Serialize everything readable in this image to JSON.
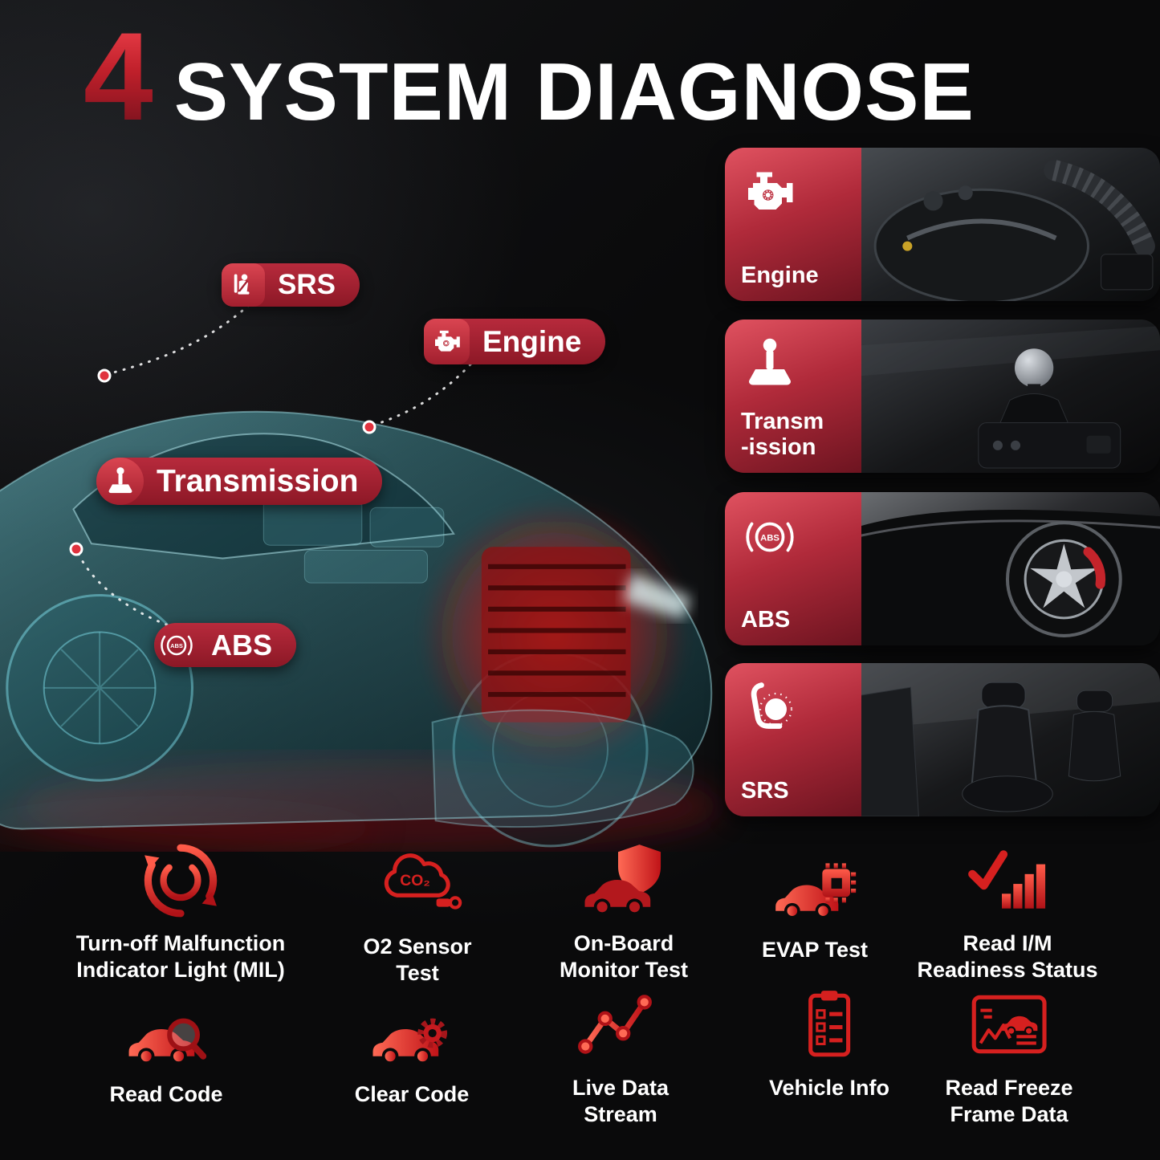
{
  "title": {
    "number": "4",
    "text": "SYSTEM DIAGNOSE"
  },
  "car_callouts": [
    {
      "label": "SRS"
    },
    {
      "label": "Engine"
    },
    {
      "label": "Transmission"
    },
    {
      "label": "ABS"
    }
  ],
  "system_cards": [
    {
      "label": "Engine"
    },
    {
      "label": "Transm\n-ission"
    },
    {
      "label": "ABS"
    },
    {
      "label": "SRS"
    }
  ],
  "icons": {
    "abs_text": "ABS",
    "co2_text": "CO₂"
  },
  "features": {
    "row1": [
      {
        "label": "Turn-off Malfunction\nIndicator Light (MIL)"
      },
      {
        "label": "O2 Sensor\nTest"
      },
      {
        "label": "On-Board\nMonitor Test"
      },
      {
        "label": "EVAP Test"
      },
      {
        "label": "Read I/M\nReadiness Status"
      }
    ],
    "row2": [
      {
        "label": "Read Code"
      },
      {
        "label": "Clear Code"
      },
      {
        "label": "Live Data\nStream"
      },
      {
        "label": "Vehicle Info"
      },
      {
        "label": "Read Freeze\nFrame Data"
      }
    ]
  },
  "colors": {
    "accent_red": "#d6201f",
    "panel_red": "#b02a3a",
    "title_red": "#c0202b"
  }
}
